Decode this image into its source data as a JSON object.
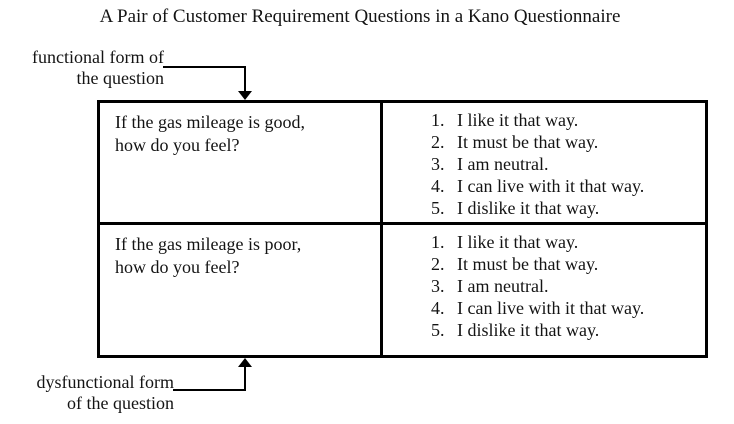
{
  "title": "A Pair of Customer Requirement Questions in a Kano Questionnaire",
  "labels": {
    "functional": {
      "line1": "functional form of",
      "line2": "the question"
    },
    "dysfunctional": {
      "line1": "dysfunctional form",
      "line2": "of the question"
    }
  },
  "table": {
    "rows": [
      {
        "question_line1": "If the gas mileage is good,",
        "question_line2": "how do you feel?",
        "options": [
          {
            "number": "1.",
            "text": "I like it that way."
          },
          {
            "number": "2.",
            "text": "It must be that way."
          },
          {
            "number": "3.",
            "text": "I am neutral."
          },
          {
            "number": "4.",
            "text": "I can live with it that way."
          },
          {
            "number": "5.",
            "text": "I dislike it that way."
          }
        ]
      },
      {
        "question_line1": "If the gas mileage is poor,",
        "question_line2": "how do you feel?",
        "options": [
          {
            "number": "1.",
            "text": "I like it that way."
          },
          {
            "number": "2.",
            "text": "It must be that way."
          },
          {
            "number": "3.",
            "text": "I am neutral."
          },
          {
            "number": "4.",
            "text": "I can live with it that way."
          },
          {
            "number": "5.",
            "text": "I dislike it that way."
          }
        ]
      }
    ]
  },
  "colors": {
    "text": "#141414",
    "border": "#000000",
    "background": "#ffffff"
  }
}
